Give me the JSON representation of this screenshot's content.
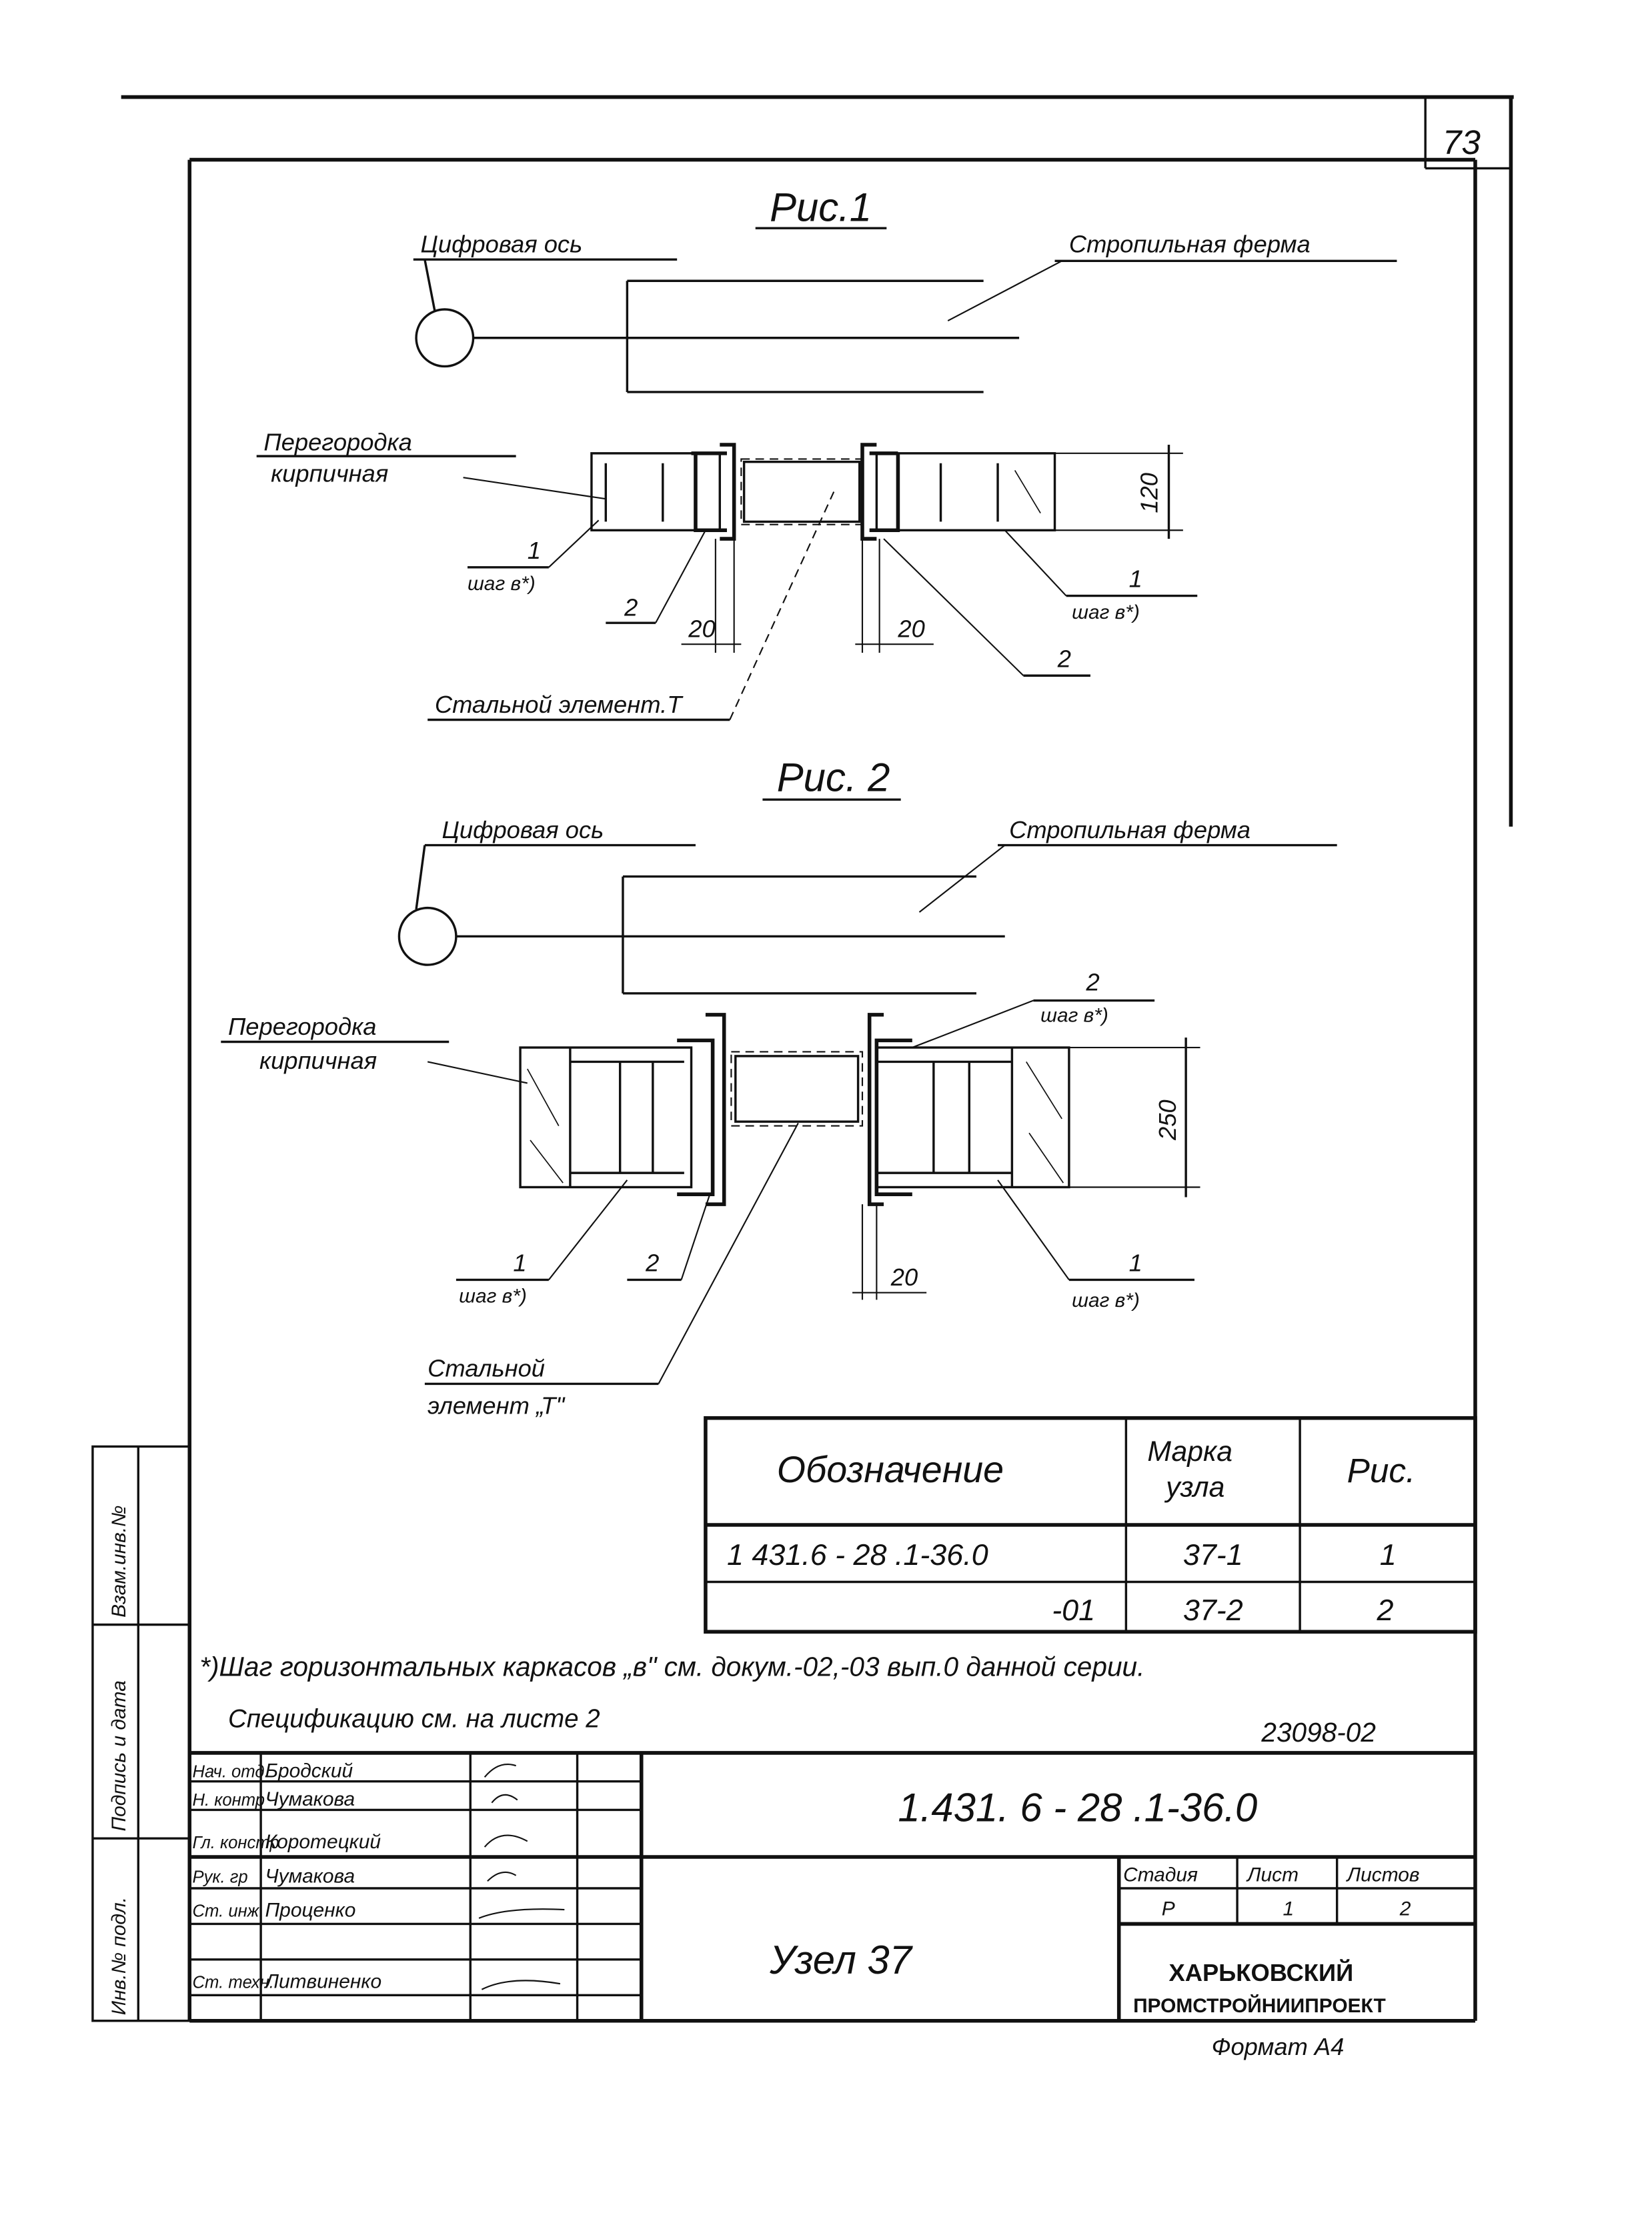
{
  "page_number": "73",
  "fig1": {
    "title": "Рис.1",
    "axis_label": "Цифровая ось",
    "truss_label": "Стропильная ферма",
    "partition_label": [
      "Перегородка",
      "кирпичная"
    ],
    "dim_height": "120",
    "dim_gap_left": "20",
    "dim_gap_right": "20",
    "callout_left_1": "1",
    "callout_left_1_step": "шаг в*)",
    "callout_left_2": "2",
    "callout_right_2": "2",
    "callout_right_1": "1",
    "callout_right_1_step": "шаг в*)",
    "steel_label": "Стальной элемент.Т"
  },
  "fig2": {
    "title": "Рис. 2",
    "axis_label": "Цифровая ось",
    "truss_label": "Стропильная ферма",
    "partition_label": [
      "Перегородка",
      "кирпичная"
    ],
    "dim_height": "250",
    "dim_gap": "20",
    "callout_top_2": "2",
    "callout_top_2_step": "шаг в*)",
    "callout_left_1": "1",
    "callout_left_1_step": "шаг в*)",
    "callout_left_2": "2",
    "callout_right_1": "1",
    "callout_right_1_step": "шаг в*)",
    "steel_label": [
      "Стальной",
      "элемент „Т\""
    ]
  },
  "table": {
    "headers": [
      "Обозначение",
      [
        "Марка",
        "узла"
      ],
      "Рис."
    ],
    "rows": [
      [
        "1 431.6 - 28 .1-36.0",
        "37-1",
        "1"
      ],
      [
        "-01",
        "37-2",
        "2"
      ]
    ]
  },
  "footnote": [
    "*)Шаг горизонтальных каркасов „в\" см. докум.-02,-03 вып.0 данной серии.",
    "Спецификацию см. на листе 2"
  ],
  "archive_number": "23098-02",
  "side_stamp": [
    "Инв.№ подл.",
    "Подпись и дата",
    "Взам.инв.№"
  ],
  "title_block": {
    "signatures": [
      {
        "role": "Нач. отд.",
        "name": "Бродский"
      },
      {
        "role": "Н. контр",
        "name": "Чумакова"
      },
      {
        "role": "Гл. констр",
        "name": "Коротецкий"
      },
      {
        "role": "Рук. гр",
        "name": "Чумакова"
      },
      {
        "role": "Ст. инж.",
        "name": "Проценко"
      },
      {
        "role": "",
        "name": ""
      },
      {
        "role": "Ст. техн.",
        "name": "Литвиненко"
      }
    ],
    "designation": "1.431. 6 - 28 .1-36.0",
    "title": "Узел 37",
    "stage_headers": [
      "Стадия",
      "Лист",
      "Листов"
    ],
    "stage_values": [
      "Р",
      "1",
      "2"
    ],
    "organization": [
      "ХАРЬКОВСКИЙ",
      "ПРОМСТРОЙНИИПРОЕКТ"
    ],
    "format": "Формат А4"
  }
}
